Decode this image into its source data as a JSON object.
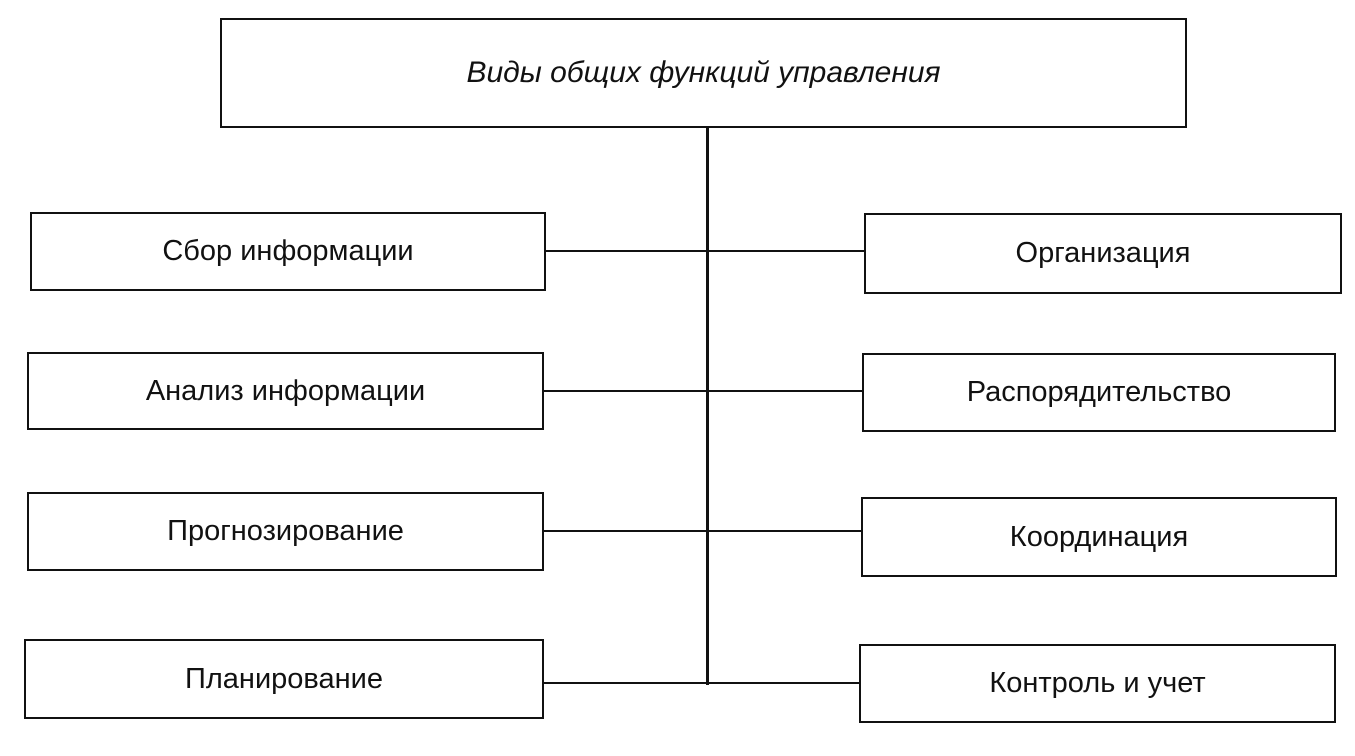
{
  "diagram": {
    "root": "Виды общих функций управления",
    "left": [
      "Сбор информации",
      "Анализ информации",
      "Прогнозирование",
      "Планирование"
    ],
    "right": [
      "Организация",
      "Распорядительство",
      "Координация",
      "Контроль и учет"
    ]
  }
}
